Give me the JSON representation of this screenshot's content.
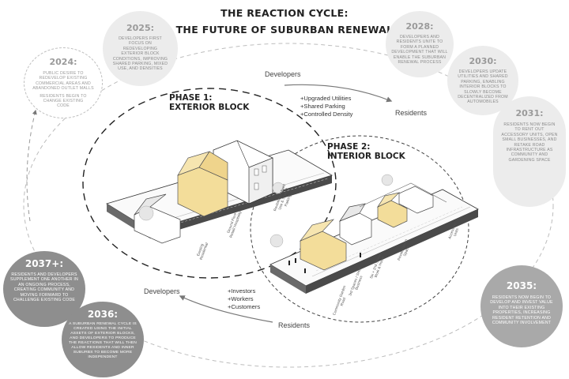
{
  "title_line1": "THE REACTION CYCLE:",
  "title_line2": "THE FUTURE OF SUBURBAN RENEWAL",
  "bubbles": {
    "b2024": {
      "year": "2024:",
      "text": "PUBLIC DESIRE TO REDEVELOP EXISTING COMMERCIAL AREAS AND ABANDONED OUTLET MALLS",
      "text2": "RESIDENTS BEGIN TO CHANGE EXISTING CODE"
    },
    "b2025": {
      "year": "2025:",
      "text": "DEVELOPERS FIRST FOCUS ON REDEVELOPING EXTERIOR BLOCK CONDITIONS, IMPROVING SHARED PARKING, MIXED USE, AND DENSITIES"
    },
    "b2028": {
      "year": "2028:",
      "text": "DEVELOPERS AND RESIDENTS UNITE TO FORM A PLANNED DEVELOPMENT THAT WILL ENABLE THE SUBURBAN RENEWAL PROCESS"
    },
    "b2030": {
      "year": "2030:",
      "text": "DEVELOPERS UPDATE UTILITIES AND SHARED PARKING, ENABLING INTERIOR BLOCKS TO SLOWLY BECOME DECENTRALIZED FROM AUTOMOBILES"
    },
    "b2031": {
      "year": "2031:",
      "text": "RESIDENTS NOW BEGIN TO RENT OUT ACCESSORY UNITS, OPEN SMALL BUSINESSES, AND RETAKE ROAD INFRASTRUCTURE AS COMMUNITY AND GARDENING SPACE"
    },
    "b2035": {
      "year": "2035:",
      "text": "RESIDENTS NOW BEGIN TO DEVELOP AND INVEST VALUE INTO THEIR EXISTING PROPERTIES, INCREASING RESIDENT RETENTION AND COMMUNITY INVOLVEMENT"
    },
    "b2036": {
      "year": "2036:",
      "text": "A SUBURBAN RENEWAL CYCLE IS CREATED USING THE INITIAL ASSETS OF EXTERIOR BLOCKS, AND DEVELOPERS TO PRODUCE THE REACTIONS THAT WILL THEN ALLOW RESIDENTS AND INNER SUBURBS TO BECOME MORE INDEPENDENT"
    },
    "b2037": {
      "year": "2037+:",
      "text": "RESIDENTS AND DEVELOPERS SUPPLEMENT ONE ANOTHER IN AN ONGOING PROCESS, CREATING COMMUNITY AND MOVING FORWARD TO CHALLENGE EXISTING CODE"
    }
  },
  "flow": {
    "developers_top": "Developers",
    "residents_top": "Residents",
    "developers_bottom": "Developers",
    "residents_bottom": "Residents"
  },
  "phase1": {
    "line1": "PHASE 1:",
    "line2": "EXTERIOR BLOCK",
    "items": [
      "+Upgraded Utilities",
      "+Shared Parking",
      "+Controlled Density"
    ]
  },
  "phase2": {
    "line1": "PHASE 2:",
    "line2": "INTERIOR BLOCK",
    "items": [
      "+Investors",
      "+Workers",
      "+Customers"
    ]
  },
  "annotations": {
    "revitalized": "Revitalized Mixed Use & Shared Parking",
    "ground_floor": "Ground Floor Retail/ Hospitality",
    "existing_residential": "Existing Residential",
    "accessory_units": "Accessory Units",
    "private_green": "Private Green Space",
    "two_stories": "Six + 2nd Stories Work & Home",
    "third_spaces": "3rd Spaces / Small Business",
    "community_garden": "Community Garden Road"
  },
  "colors": {
    "accent_yellow": "#f3dd9a",
    "dark_bubble": "#8e8e8e",
    "light_bubble": "#ececec"
  }
}
